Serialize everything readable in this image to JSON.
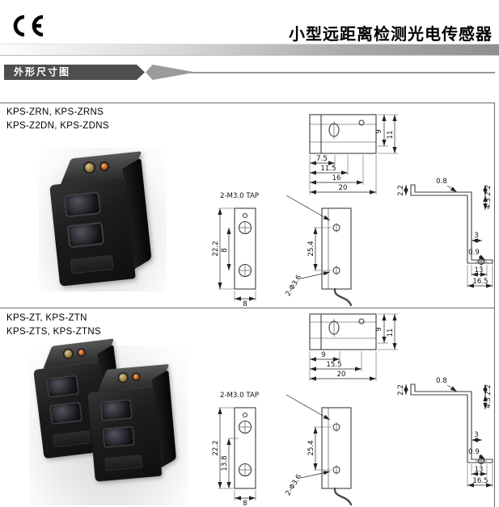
{
  "header": {
    "title": "小型远距离检测光电传感器",
    "ce_mark": "CE"
  },
  "banner": {
    "label": "外形尺寸图"
  },
  "colors": {
    "banner_bg": "#4e4e4e",
    "banner_accent": "#9b9b9b",
    "rule": "#6b6b6b",
    "gradient_bar_end": "#8f8f8f"
  },
  "sections": [
    {
      "models_line1": "KPS-ZRN, KPS-ZRNS",
      "models_line2": "KPS-Z2DN, KPS-ZDNS",
      "drawing": {
        "tap_label": "2-M3.0 TAP",
        "hole_label": "2-Φ3.6",
        "top_view": {
          "w1": "7.5",
          "w2": "11.5",
          "w3": "16",
          "w4": "20",
          "h1": "9",
          "h2": "11"
        },
        "front_view": {
          "total_height": "22.2",
          "inner": "8",
          "width": "8",
          "pitch": "25.4"
        },
        "bracket_view": {
          "t": "0.8",
          "a": "2.2",
          "b": "4.3",
          "c": "2.2",
          "d": "3",
          "e": "0.9",
          "f": "13",
          "g": "16.5"
        }
      }
    },
    {
      "models_line1": "KPS-ZT, KPS-ZTN",
      "models_line2": "KPS-ZTS, KPS-ZTNS",
      "drawing": {
        "tap_label": "2-M3.0 TAP",
        "hole_label": "2-Φ3.6",
        "top_view": {
          "w1": "9",
          "w2": "15.5",
          "w3": "20",
          "h1": "9",
          "h2": "11"
        },
        "front_view": {
          "total_height": "22.2",
          "inner": "13.8",
          "width": "8",
          "pitch": "25.4"
        },
        "bracket_view": {
          "t": "0.8",
          "a": "2.2",
          "b": "4.3",
          "c": "2.2",
          "d": "3",
          "e": "0.9",
          "f": "13",
          "g": "16.5"
        }
      }
    }
  ]
}
